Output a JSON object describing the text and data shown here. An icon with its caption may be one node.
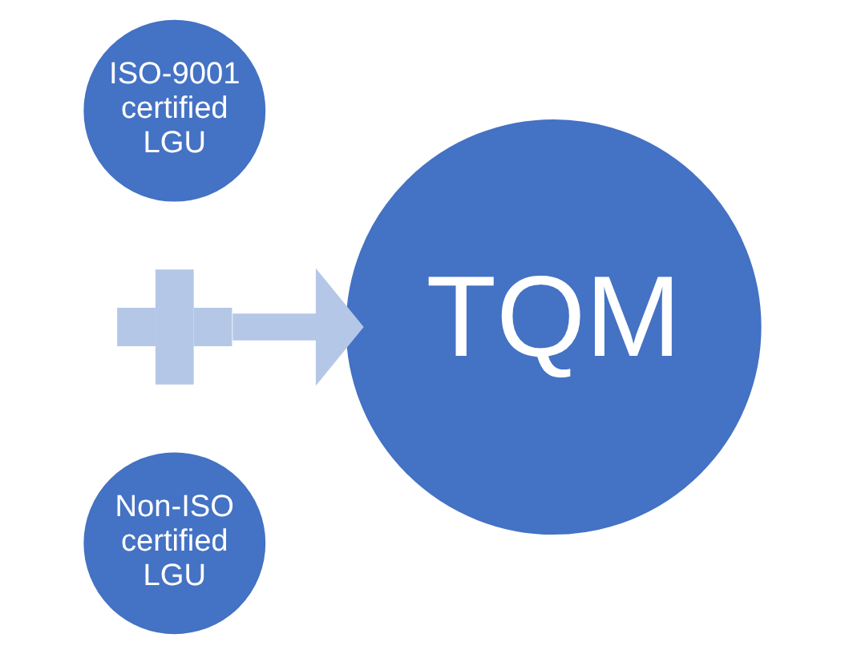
{
  "diagram": {
    "nodes": [
      {
        "text": [
          "ISO-9001 certified LGU"
        ]
      },
      {
        "text": [],
        "shape": "plus"
      },
      {
        "text": [
          "Non-ISO certified LGU"
        ]
      },
      {
        "text": [
          "TQM"
        ]
      }
    ],
    "edges": [
      {
        "from": 1,
        "to": 3,
        "arrow": "to"
      }
    ]
  }
}
